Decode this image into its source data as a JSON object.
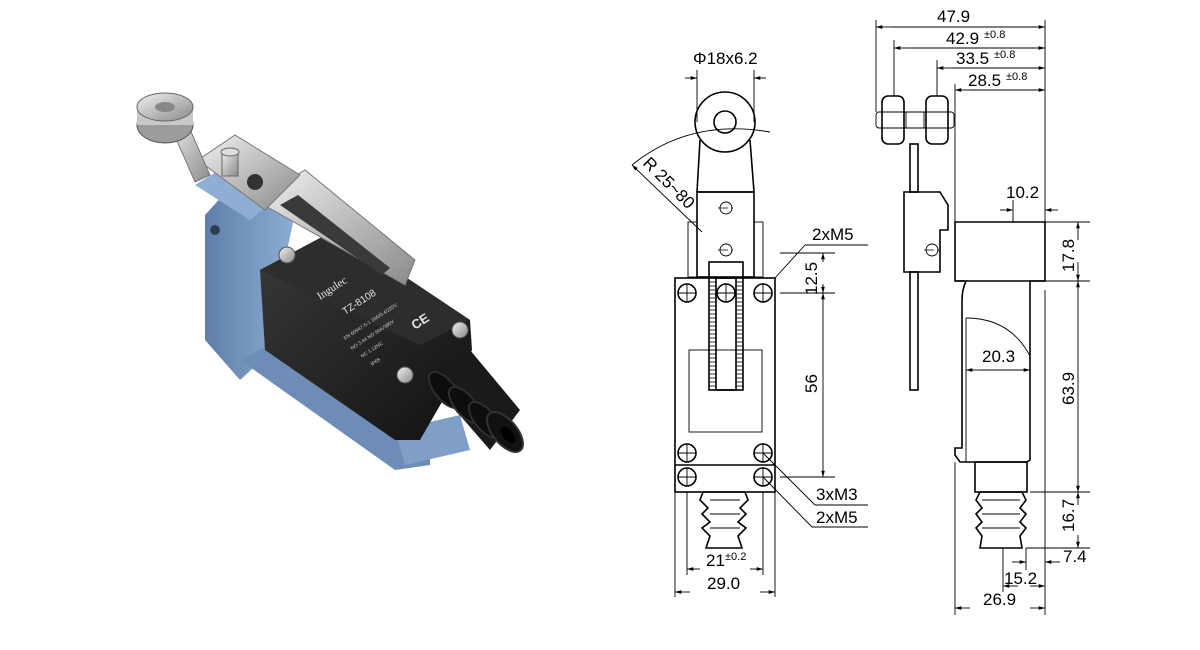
{
  "product": {
    "model_label": "TZ-8108",
    "brand_label": "Ingulec",
    "ce_mark": "CE",
    "specs_line1": "EN 60947-5-1  10A/0.4/220V",
    "specs_line2": "NO 3.44 NO  50A/380V",
    "specs_line3": "NC 1.12NC",
    "specs_line4": "IP65",
    "colors": {
      "body_blue": "#7f9fc6",
      "cover_black": "#1c1c1c",
      "metal": "#c9c9c9"
    }
  },
  "front_view": {
    "dim_roller": "Φ18x6.2",
    "dim_radius": "R 25~80",
    "dim_mount_top": "2xM5",
    "dim_12_5": "12.5",
    "dim_56": "56",
    "dim_cover_screws": "3xM3",
    "dim_mount_bottom": "2xM5",
    "dim_21": "21",
    "dim_21_tol": "±0.2",
    "dim_29": "29.0"
  },
  "side_view": {
    "dim_47_9": "47.9",
    "dim_42_9": "42.9",
    "dim_42_9_tol": "±0.8",
    "dim_33_5": "33.5",
    "dim_33_5_tol": "±0.8",
    "dim_28_5": "28.5",
    "dim_28_5_tol": "±0.8",
    "dim_10_2": "10.2",
    "dim_17_8": "17.8",
    "dim_20_3": "20.3",
    "dim_63_9": "63.9",
    "dim_16_7": "16.7",
    "dim_7_4": "7.4",
    "dim_15_2": "15.2",
    "dim_26_9": "26.9"
  }
}
